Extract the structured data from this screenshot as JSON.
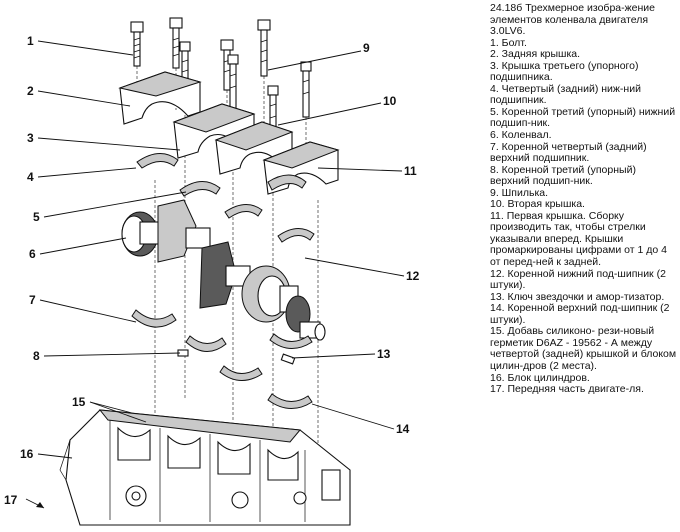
{
  "callouts": [
    "1",
    "2",
    "3",
    "4",
    "5",
    "6",
    "7",
    "8",
    "9",
    "10",
    "11",
    "12",
    "13",
    "14",
    "15",
    "16",
    "17"
  ],
  "caption": "24.18б Трехмерное изобра-жение элементов коленвала двигателя 3.0LV6.",
  "items": [
    "1. Болт.",
    "2. Задняя крышка.",
    "3. Крышка третьего (упорного) подшипника.",
    "4. Четвертый (задний) ниж-ний подшипник.",
    "5. Коренной третий (упорный) нижний подшип-ник.",
    "6. Коленвал.",
    "7. Коренной четвертый (задний) верхний подшипник.",
    "8. Коренной третий (упорный) верхний подшип-ник.",
    "9. Шпилька.",
    "10. Вторая крышка.",
    "11. Первая крышка. Сборку производить так, чтобы стрелки указывали вперед. Крышки промаркированы цифрами от 1 до 4 от перед-ней к задней.",
    "12. Коренной нижний под-шипник (2 штуки).",
    "13. Ключ звездочки и амор-тизатор.",
    "14. Коренной верхний под-шипник (2 штуки).",
    "15. Добавь силиконо- рези-новый герметик D6AZ - 19562 - А между четвертой (задней) крышкой и блоком цилин-дров (2 места).",
    "16. Блок цилиндров.",
    "17. Передняя часть двигате-ля."
  ]
}
